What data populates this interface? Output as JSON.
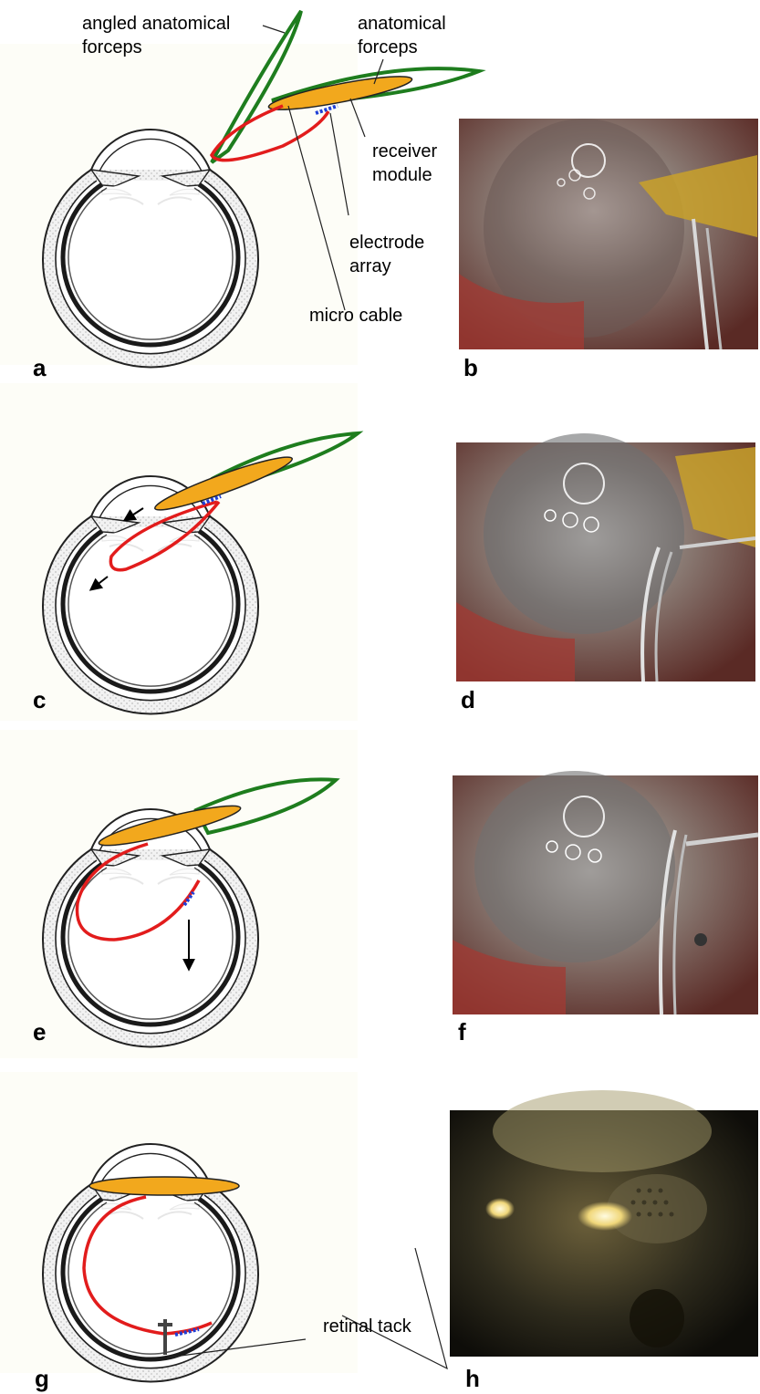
{
  "panels": [
    {
      "letter": "a"
    },
    {
      "letter": "b"
    },
    {
      "letter": "c"
    },
    {
      "letter": "d"
    },
    {
      "letter": "e"
    },
    {
      "letter": "f"
    },
    {
      "letter": "g"
    },
    {
      "letter": "h"
    }
  ],
  "labels": {
    "angled_forceps_1": "angled anatomical",
    "angled_forceps_2": "forceps",
    "forceps_1": "anatomical",
    "forceps_2": "forceps",
    "receiver_1": "receiver",
    "receiver_2": "module",
    "electrode_1": "electrode",
    "electrode_2": "array",
    "micro_cable": "micro cable",
    "retinal_tack": "retinal tack"
  },
  "colors": {
    "forceps": "#1e7d1e",
    "receiver_module": "#f2a81d",
    "micro_cable": "#e21c1c",
    "electrode_array": "#1f3fd6",
    "eye_outline": "#222222",
    "sclera_fill": "#e9e9e9"
  }
}
